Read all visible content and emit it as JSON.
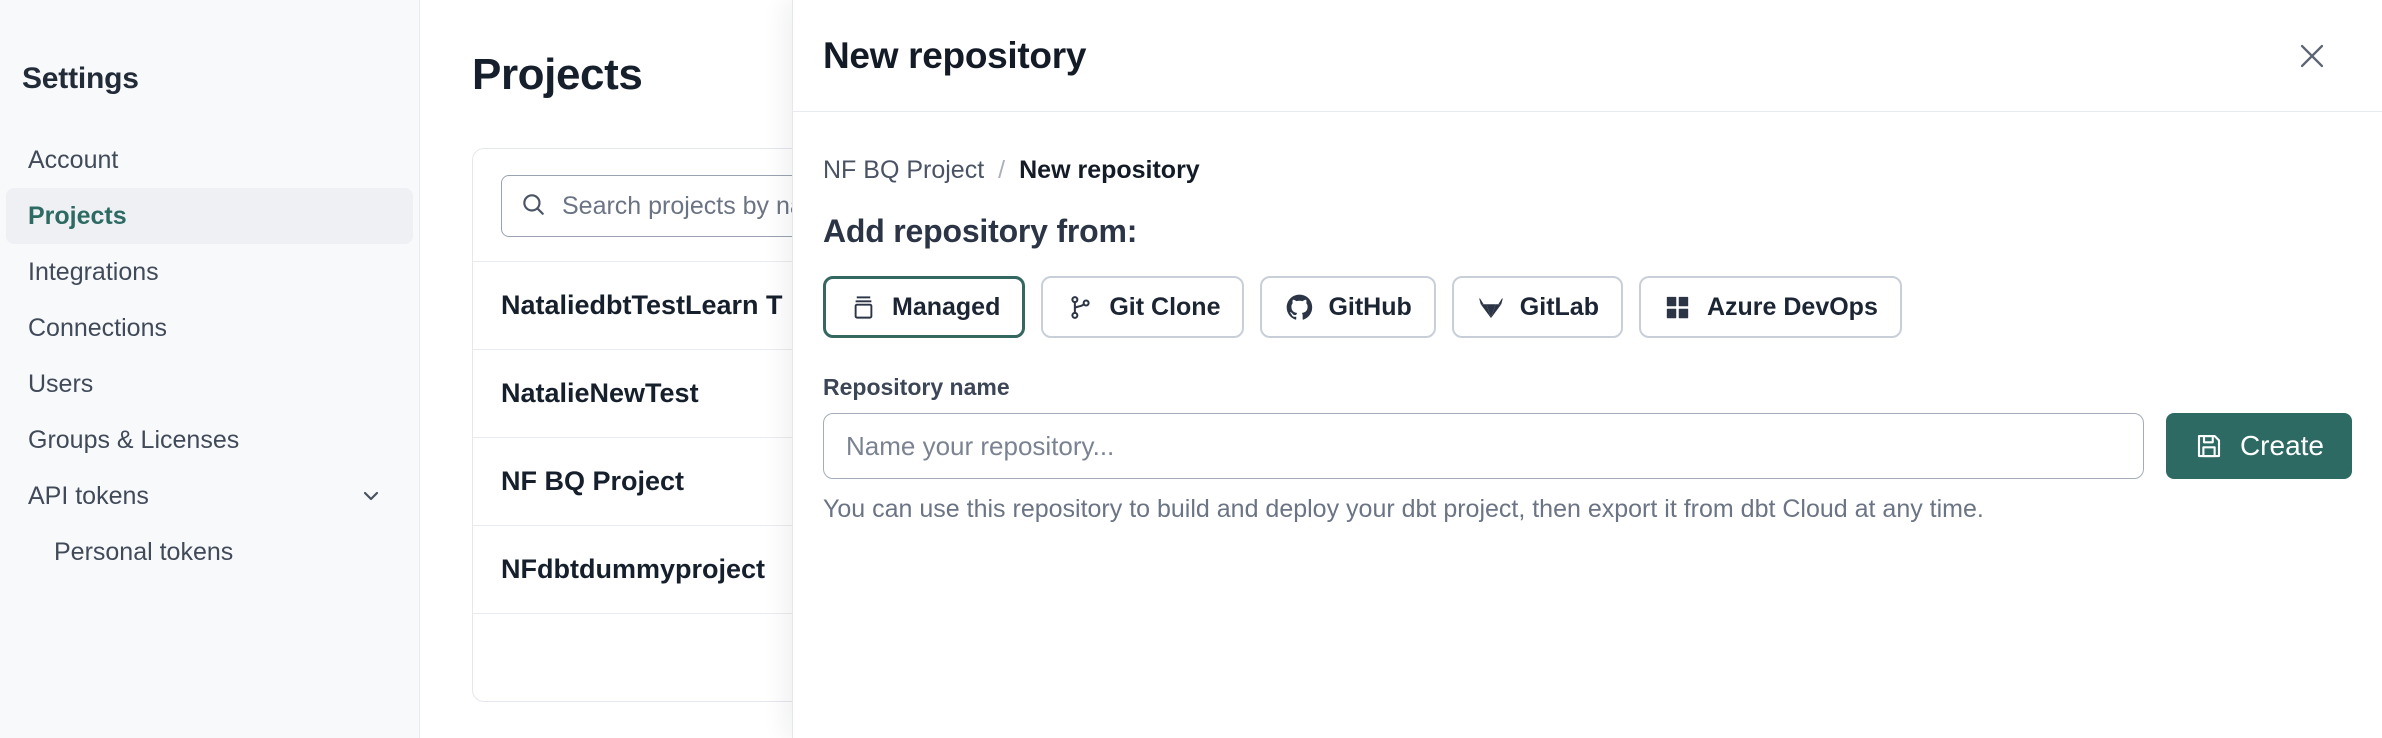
{
  "sidebar": {
    "title": "Settings",
    "items": [
      {
        "label": "Account",
        "active": false,
        "sub": false,
        "icon": null
      },
      {
        "label": "Projects",
        "active": true,
        "sub": false,
        "icon": null
      },
      {
        "label": "Integrations",
        "active": false,
        "sub": false,
        "icon": null
      },
      {
        "label": "Connections",
        "active": false,
        "sub": false,
        "icon": null
      },
      {
        "label": "Users",
        "active": false,
        "sub": false,
        "icon": null
      },
      {
        "label": "Groups & Licenses",
        "active": false,
        "sub": false,
        "icon": null
      },
      {
        "label": "API tokens",
        "active": false,
        "sub": false,
        "icon": "chevron-down-icon"
      },
      {
        "label": "Personal tokens",
        "active": false,
        "sub": true,
        "icon": null
      }
    ]
  },
  "main": {
    "page_title": "Projects",
    "search": {
      "placeholder": "Search projects by name...",
      "value": "",
      "icon": "search-icon"
    },
    "projects": [
      {
        "name": "NataliedbtTestLearn T"
      },
      {
        "name": "NatalieNewTest"
      },
      {
        "name": "NF BQ Project"
      },
      {
        "name": "NFdbtdummyproject"
      }
    ]
  },
  "modal": {
    "title": "New repository",
    "close_icon": "close-icon",
    "breadcrumb": {
      "parent": "NF BQ Project",
      "separator": "/",
      "current": "New repository"
    },
    "section_heading": "Add repository from:",
    "tabs": [
      {
        "label": "Managed",
        "icon": "managed-stack-icon",
        "selected": true
      },
      {
        "label": "Git Clone",
        "icon": "git-branch-icon",
        "selected": false
      },
      {
        "label": "GitHub",
        "icon": "github-icon",
        "selected": false
      },
      {
        "label": "GitLab",
        "icon": "gitlab-icon",
        "selected": false
      },
      {
        "label": "Azure DevOps",
        "icon": "azure-devops-icon",
        "selected": false
      }
    ],
    "repo_name": {
      "label": "Repository name",
      "placeholder": "Name your repository...",
      "value": ""
    },
    "create_button": {
      "label": "Create",
      "icon": "save-disk-icon"
    },
    "help_text": "You can use this repository to build and deploy your dbt project, then export it from dbt Cloud at any time."
  },
  "colors": {
    "accent_teal": "#2d6a63",
    "selected_border": "#33675f",
    "text_dark": "#131b27",
    "text_muted": "#6b7484",
    "sidebar_bg": "#f8f9fb"
  }
}
